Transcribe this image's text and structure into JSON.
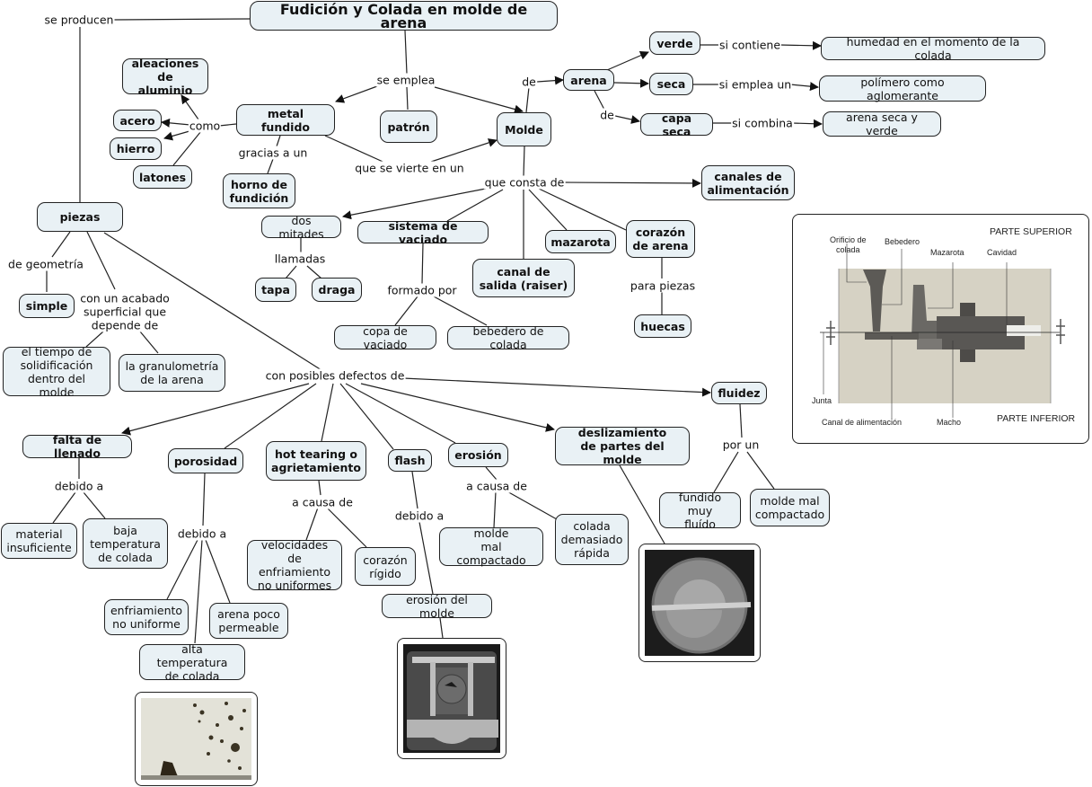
{
  "title": "Fudición y Colada en molde de arena",
  "nodes": {
    "metal_fundido": "metal fundido",
    "patron": "patrón",
    "molde": "Molde",
    "aleaciones": "aleaciones\nde aluminio",
    "acero": "acero",
    "hierro": "hierro",
    "latones": "latones",
    "horno": "horno de\nfundición",
    "arena": "arena",
    "verde": "verde",
    "seca": "seca",
    "capa_seca": "capa seca",
    "humedad": "humedad en el momento de la colada",
    "polimero": "polímero como aglomerante",
    "arena_seca_verde": "arena seca y verde",
    "canales": "canales de\nalimentación",
    "dos_mitades": "dos mitades",
    "tapa": "tapa",
    "draga": "draga",
    "sistema_vaciado": "sistema de vaciado",
    "copa": "copa de vaciado",
    "bebedero": "bebedero de colada",
    "canal_salida": "canal de\nsalida (raiser)",
    "mazarota": "mazarota",
    "corazon_arena": "corazón\nde arena",
    "huecas": "huecas",
    "piezas": "piezas",
    "simple": "simple",
    "tiempo": "el tiempo de\nsolidificación\ndentro del molde",
    "granulometria": "la granulometría\nde la arena",
    "falta_llenado": "falta de llenado",
    "material_insuf": "material\ninsuficiente",
    "baja_temp": "baja\ntemperatura\nde colada",
    "porosidad": "porosidad",
    "enfriamiento": "enfriamiento\nno uniforme",
    "arena_poco": "arena poco\npermeable",
    "alta_temp": "alta temperatura\nde colada",
    "hot_tearing": "hot tearing o\nagrietamiento",
    "velocidades": "velocidades de\nenfriamiento\nno uniformes",
    "corazon_rigido": "corazón\nrígido",
    "flash": "flash",
    "erosion_molde": "erosión del molde",
    "erosion": "erosión",
    "molde_mal": "molde\nmal compactado",
    "colada_rapida": "colada\ndemasiado\nrápida",
    "deslizamiento": "deslizamiento\nde partes del molde",
    "fluidez": "fluidez",
    "fundido_fluido": "fundido muy\nfluído",
    "molde_mal2": "molde mal\ncompactado"
  },
  "links": {
    "se_producen": "se producen",
    "se_emplea": "se emplea",
    "como": "como",
    "gracias_a_un": "gracias a un",
    "que_se_vierte": "que se vierte en un",
    "de1": "de",
    "de2": "de",
    "si_contiene": "si contiene",
    "si_emplea_un": "si emplea un",
    "si_combina": "si combina",
    "que_consta_de": "que consta de",
    "llamadas": "llamadas",
    "formado_por": "formado por",
    "para_piezas": "para piezas",
    "de_geometria": "de geometría",
    "acabado": "con un acabado\nsuperficial que\ndepende de",
    "defectos": "con posibles defectos de",
    "debido_a1": "debido a",
    "debido_a2": "debido a",
    "a_causa_de1": "a causa de",
    "debido_a3": "debido a",
    "a_causa_de2": "a causa de",
    "por_un": "por un"
  },
  "diagram": {
    "parte_superior": "PARTE SUPERIOR",
    "parte_inferior": "PARTE INFERIOR",
    "orificio": "Orificio de\ncolada",
    "bebedero": "Bebedero",
    "mazarota": "Mazarota",
    "cavidad": "Cavidad",
    "junta": "Junta",
    "canal": "Canal de alimentación",
    "macho": "Macho"
  },
  "images": {
    "porosity_photo": "porosity micrograph",
    "flash_photo": "flash casting photo",
    "shift_photo": "mold shift casting photo"
  },
  "colors": {
    "node_fill": "#e9f1f5",
    "border": "#222222"
  }
}
